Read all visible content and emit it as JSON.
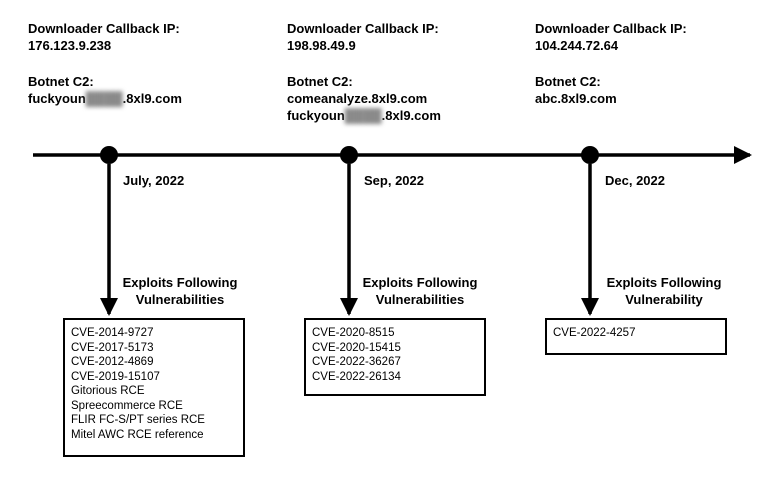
{
  "events": [
    {
      "ip_label": "Downloader Callback IP:",
      "ip": "176.123.9.238",
      "c2_label": "Botnet C2:",
      "c2": [
        {
          "prefix": "fuckyoun",
          "redacted": "████",
          "suffix": ".8xl9.com"
        }
      ],
      "date": "July, 2022",
      "exploits_label": [
        "Exploits Following",
        "Vulnerabilities"
      ],
      "vulns": [
        "CVE-2014-9727",
        "CVE-2017-5173",
        "CVE-2012-4869",
        "CVE-2019-15107",
        "Gitorious RCE",
        "Spreecommerce RCE",
        "FLIR FC-S/PT series RCE",
        "Mitel AWC RCE reference"
      ]
    },
    {
      "ip_label": "Downloader Callback IP:",
      "ip": "198.98.49.9",
      "c2_label": "Botnet C2:",
      "c2": [
        {
          "prefix": "comeanalyze.8xl9.com",
          "redacted": "",
          "suffix": ""
        },
        {
          "prefix": "fuckyoun",
          "redacted": "████",
          "suffix": ".8xl9.com"
        }
      ],
      "date": "Sep, 2022",
      "exploits_label": [
        "Exploits Following",
        "Vulnerabilities"
      ],
      "vulns": [
        "CVE-2020-8515",
        "CVE-2020-15415",
        "CVE-2022-36267",
        "CVE-2022-26134"
      ]
    },
    {
      "ip_label": "Downloader Callback IP:",
      "ip": "104.244.72.64",
      "c2_label": "Botnet C2:",
      "c2": [
        {
          "prefix": "abc.8xl9.com",
          "redacted": "",
          "suffix": ""
        }
      ],
      "date": "Dec, 2022",
      "exploits_label": [
        "Exploits Following",
        "Vulnerability"
      ],
      "vulns": [
        "CVE-2022-4257"
      ]
    }
  ]
}
